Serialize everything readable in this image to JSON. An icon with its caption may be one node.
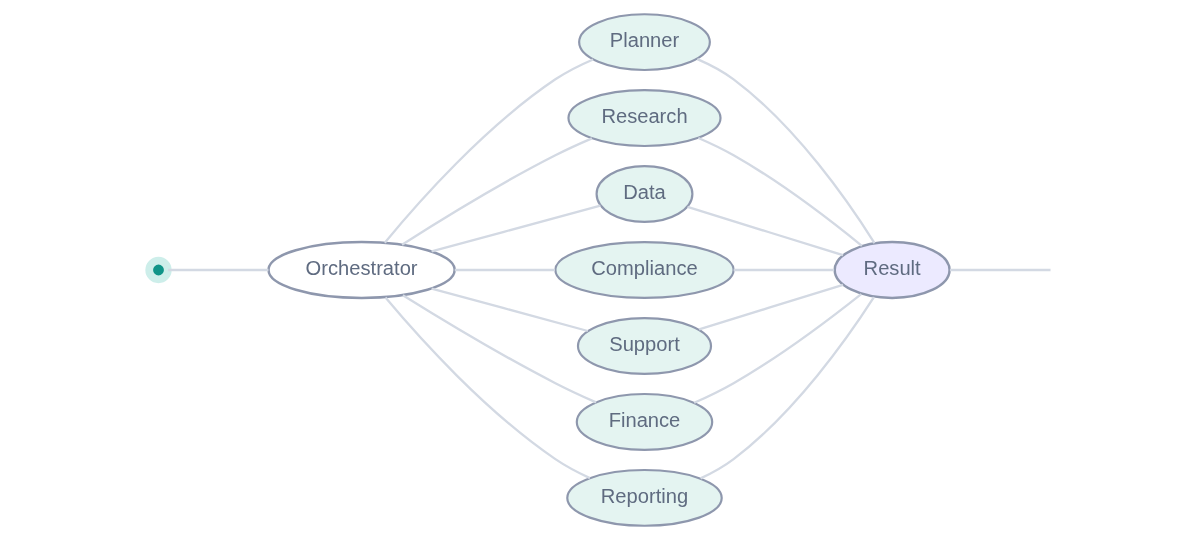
{
  "diagram": {
    "nodes": [
      {
        "text": [],
        "shape": "circle"
      },
      {
        "text": [
          "Orchestrator"
        ]
      },
      {
        "text": [
          "Planner"
        ]
      },
      {
        "text": [
          "Research"
        ]
      },
      {
        "text": [
          "Data"
        ]
      },
      {
        "text": [
          "Compliance"
        ]
      },
      {
        "text": [
          "Support"
        ]
      },
      {
        "text": [
          "Finance"
        ]
      },
      {
        "text": [
          "Reporting"
        ]
      },
      {
        "text": [
          "Result"
        ]
      }
    ],
    "edges": [
      {
        "from": 0,
        "to": 1,
        "arrow": "none"
      },
      {
        "from": 1,
        "to": 2,
        "arrow": "none"
      },
      {
        "from": 1,
        "to": 3,
        "arrow": "none"
      },
      {
        "from": 1,
        "to": 4,
        "arrow": "none"
      },
      {
        "from": 1,
        "to": 5,
        "arrow": "none"
      },
      {
        "from": 1,
        "to": 6,
        "arrow": "none"
      },
      {
        "from": 1,
        "to": 7,
        "arrow": "none"
      },
      {
        "from": 1,
        "to": 8,
        "arrow": "none"
      },
      {
        "from": 2,
        "to": 9,
        "arrow": "none"
      },
      {
        "from": 3,
        "to": 9,
        "arrow": "none"
      },
      {
        "from": 4,
        "to": 9,
        "arrow": "none"
      },
      {
        "from": 5,
        "to": 9,
        "arrow": "none"
      },
      {
        "from": 6,
        "to": 9,
        "arrow": "none"
      },
      {
        "from": 7,
        "to": 9,
        "arrow": "none"
      },
      {
        "from": 8,
        "to": 9,
        "arrow": "none"
      },
      {
        "from": 9,
        "to": null,
        "arrow": "none"
      }
    ]
  }
}
